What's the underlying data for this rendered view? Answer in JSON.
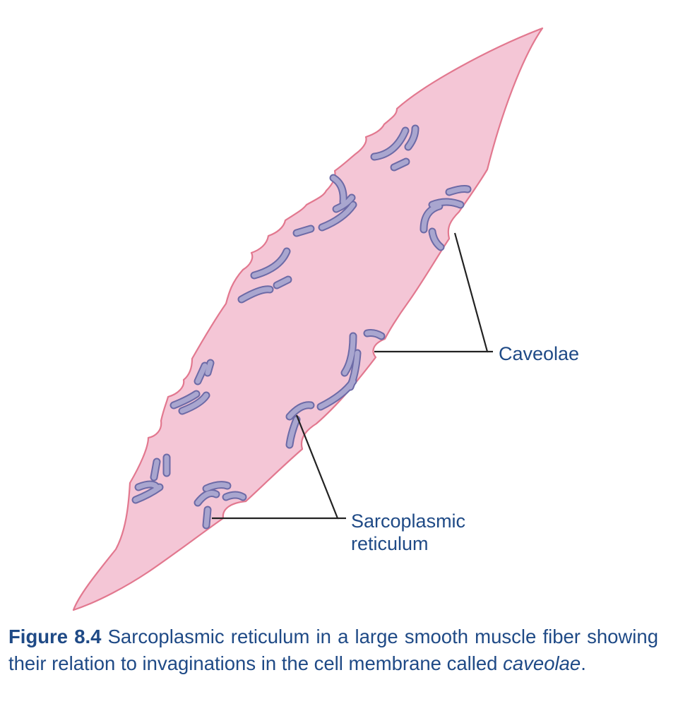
{
  "labels": {
    "caveolae": "Caveolae",
    "sarcoplasmic_reticulum_line1": "Sarcoplasmic",
    "sarcoplasmic_reticulum_line2": "reticulum"
  },
  "caption": {
    "figure_number": "Figure 8.4",
    "text": " Sarcoplasmic reticulum in a large smooth muscle fiber showing their relation to invaginations in the cell membrane called ",
    "term": "caveolae",
    "end": "."
  },
  "colors": {
    "cell_fill": "#f4c6d6",
    "cell_outline": "#e2788f",
    "reticulum_fill": "#a9a6cf",
    "reticulum_outline": "#6c6aa6",
    "leader_lines": "#222222",
    "text": "#1f4a86"
  }
}
